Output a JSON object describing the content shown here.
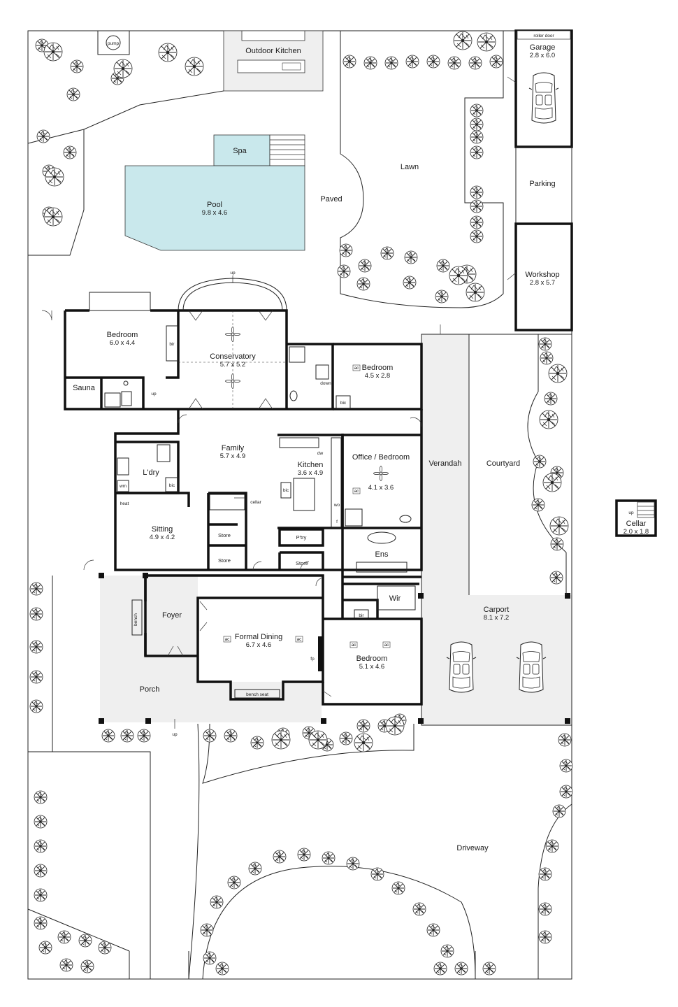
{
  "rooms": {
    "outdoor_kitchen": {
      "name": "Outdoor Kitchen"
    },
    "garage": {
      "name": "Garage",
      "dims": "2.8 x 6.0",
      "door": "roller door"
    },
    "spa": {
      "name": "Spa"
    },
    "pool": {
      "name": "Pool",
      "dims": "9.8 x 4.6"
    },
    "paved": {
      "name": "Paved"
    },
    "lawn": {
      "name": "Lawn"
    },
    "parking": {
      "name": "Parking"
    },
    "workshop": {
      "name": "Workshop",
      "dims": "2.8 x 5.7"
    },
    "bedroom_west": {
      "name": "Bedroom",
      "dims": "6.0 x 4.4"
    },
    "conservatory": {
      "name": "Conservatory",
      "dims": "5.7 x 5.2"
    },
    "bedroom_north": {
      "name": "Bedroom",
      "dims": "4.5 x 2.8"
    },
    "sauna": {
      "name": "Sauna"
    },
    "family": {
      "name": "Family",
      "dims": "5.7 x 4.9"
    },
    "laundry": {
      "name": "L'dry"
    },
    "kitchen": {
      "name": "Kitchen",
      "dims": "3.6 x 4.9"
    },
    "office": {
      "name": "Office / Bedroom",
      "dims": "4.1 x 3.6"
    },
    "verandah": {
      "name": "Verandah"
    },
    "courtyard": {
      "name": "Courtyard"
    },
    "cellar": {
      "name": "Cellar",
      "dims": "2.0 x 1.8"
    },
    "sitting": {
      "name": "Sitting",
      "dims": "4.9 x 4.2"
    },
    "store1": {
      "name": "Store"
    },
    "store2": {
      "name": "Store"
    },
    "store3": {
      "name": "Store"
    },
    "pantry": {
      "name": "P'try"
    },
    "ensuite": {
      "name": "Ens"
    },
    "wir": {
      "name": "Wir"
    },
    "foyer": {
      "name": "Foyer"
    },
    "formal_dining": {
      "name": "Formal Dining",
      "dims": "6.7 x 4.6"
    },
    "bedroom_main": {
      "name": "Bedroom",
      "dims": "5.1 x 4.6"
    },
    "carport": {
      "name": "Carport",
      "dims": "8.1 x 7.2"
    },
    "porch": {
      "name": "Porch"
    },
    "driveway": {
      "name": "Driveway"
    }
  },
  "fixtures": {
    "pump": "pump",
    "up": "up",
    "down": "down",
    "bir": "bir",
    "bic": "bic",
    "ac": "ac",
    "dw": "dw",
    "wm": "wm",
    "heat": "heat",
    "cellar_stair": "cellar",
    "wo": "wo",
    "f": "f",
    "fp": "fp",
    "bench": "bench",
    "bench_seat": "bench seat"
  },
  "colors": {
    "pool_water": "#c9e8ec",
    "paving": "#efefef",
    "wall": "#111111"
  },
  "icons": [
    "tree-icon",
    "car-icon",
    "ceiling-fan-icon",
    "door-swing-icon",
    "stair-icon"
  ]
}
